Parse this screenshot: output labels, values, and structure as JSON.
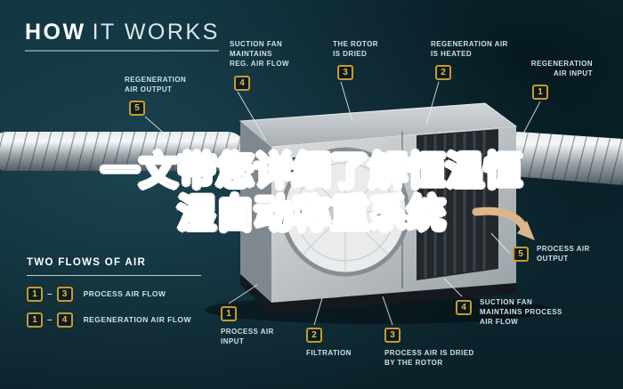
{
  "title": {
    "word_bold": "HOW",
    "word_light": "IT WORKS"
  },
  "overlay_title": {
    "line1": "一文带您详细了解恒温恒",
    "line2": "湿自动称重系统"
  },
  "callouts": {
    "regen_air_output": {
      "num": "5",
      "label": "REGENERATION\nAIR OUTPUT"
    },
    "suction_fan_reg": {
      "num": "4",
      "label": "SUCTION FAN\nMAINTAINS\nREG. AIR FLOW"
    },
    "rotor_is_dried": {
      "num": "3",
      "label": "THE ROTOR\nIS DRIED"
    },
    "regen_air_heated": {
      "num": "2",
      "label": "REGENERATION AIR\nIS HEATED"
    },
    "regen_air_input": {
      "num": "1",
      "label": "REGENERATION\nAIR INPUT"
    },
    "process_air_output": {
      "num": "5",
      "label": "PROCESS AIR\nOUTPUT"
    },
    "suction_fan_process": {
      "num": "4",
      "label": "SUCTION FAN\nMAINTAINS PROCESS\nAIR FLOW"
    },
    "process_air_dried": {
      "num": "3",
      "label": "PROCESS AIR IS DRIED\nBY THE ROTOR"
    },
    "filtration": {
      "num": "2",
      "label": "FILTRATION"
    },
    "process_air_input": {
      "num": "1",
      "label": "PROCESS AIR\nINPUT"
    }
  },
  "legend": {
    "heading": "TWO FLOWS OF AIR",
    "separator": "–",
    "rows": [
      {
        "from": "1",
        "to": "3",
        "label": "PROCESS AIR FLOW"
      },
      {
        "from": "1",
        "to": "4",
        "label": "REGENERATION AIR FLOW"
      }
    ]
  },
  "colors": {
    "background": "#0c2a34",
    "accent_gold": "#e4b044",
    "label_text": "#cfe0e4",
    "overlay_blue": "#4a86cc"
  }
}
